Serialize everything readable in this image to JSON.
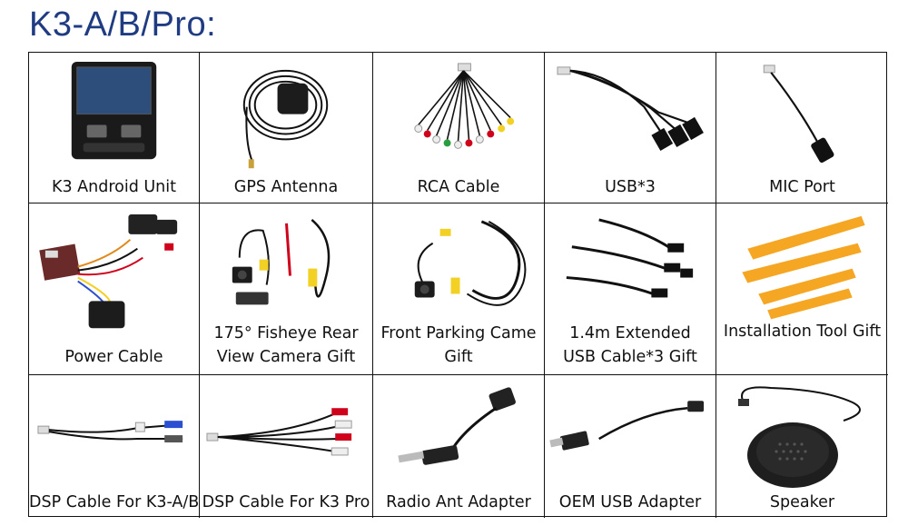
{
  "page": {
    "title": "K3-A/B/Pro:"
  },
  "items": [
    {
      "label": "K3 Android Unit",
      "icon": "head-unit-icon"
    },
    {
      "label": "GPS Antenna",
      "icon": "gps-antenna-icon"
    },
    {
      "label": "RCA Cable",
      "icon": "rca-cable-icon"
    },
    {
      "label": "USB*3",
      "icon": "usb-cable-icon"
    },
    {
      "label": "MIC Port",
      "icon": "mic-cable-icon"
    },
    {
      "label": "Power Cable",
      "icon": "power-harness-icon"
    },
    {
      "label": "175° Fisheye Rear",
      "label2": "View Camera Gift",
      "icon": "rear-camera-icon"
    },
    {
      "label": "Front Parking Came",
      "label2": "Gift",
      "icon": "front-camera-icon"
    },
    {
      "label": "1.4m Extended",
      "label2": "USB Cable*3 Gift",
      "icon": "usb-extension-icon"
    },
    {
      "label": "Installation Tool Gift",
      "icon": "pry-tools-icon"
    },
    {
      "label": "DSP Cable For K3-A/B",
      "icon": "dsp-cable-ab-icon"
    },
    {
      "label": "DSP Cable For K3 Pro",
      "icon": "dsp-cable-pro-icon"
    },
    {
      "label": "Radio Ant Adapter",
      "icon": "radio-adapter-icon"
    },
    {
      "label": "OEM USB Adapter",
      "icon": "oem-usb-icon"
    },
    {
      "label": "Speaker",
      "icon": "speaker-icon"
    }
  ],
  "colors": {
    "title": "#1f3b82",
    "grid": "#111111",
    "tool_orange": "#f5a623",
    "rca_red": "#d0021b",
    "rca_yellow": "#f2d024",
    "rca_white": "#eeeeee",
    "rca_blue": "#2a4fd0"
  }
}
